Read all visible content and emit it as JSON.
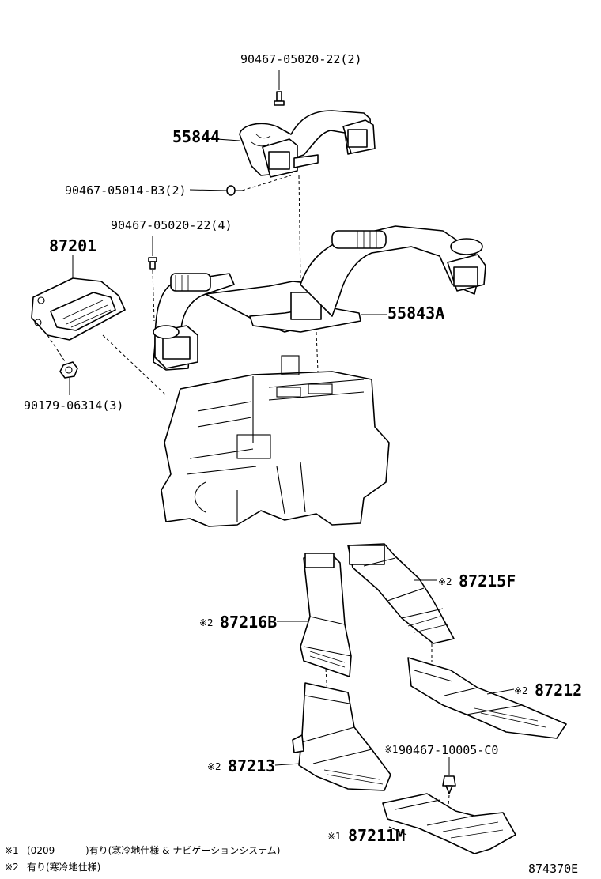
{
  "labels": {
    "bolt_top": "90467-05020-22(2)",
    "duct_upper": "55844",
    "clip_side": "90467-05014-B3(2)",
    "bolt_mid": "90467-05020-22(4)",
    "grille": "87201",
    "duct_main": "55843A",
    "nut": "90179-06314(3)",
    "rear_duct_f": "87215F",
    "rear_duct_b": "87216B",
    "rear_duct_212": "87212",
    "clip_bottom": "90467-10005-C0",
    "rear_duct_213": "87213",
    "rear_duct_211m": "87211M"
  },
  "marks": {
    "note1": "※1",
    "note2": "※2"
  },
  "footnotes": {
    "line1_mark": "※1",
    "line1_date": "(0209-",
    "line1_text": ")有り(寒冷地仕様 & ナビゲーションシステム)",
    "line2_mark": "※2",
    "line2_text": "有り(寒冷地仕様)"
  },
  "diagram_code": "874370E"
}
